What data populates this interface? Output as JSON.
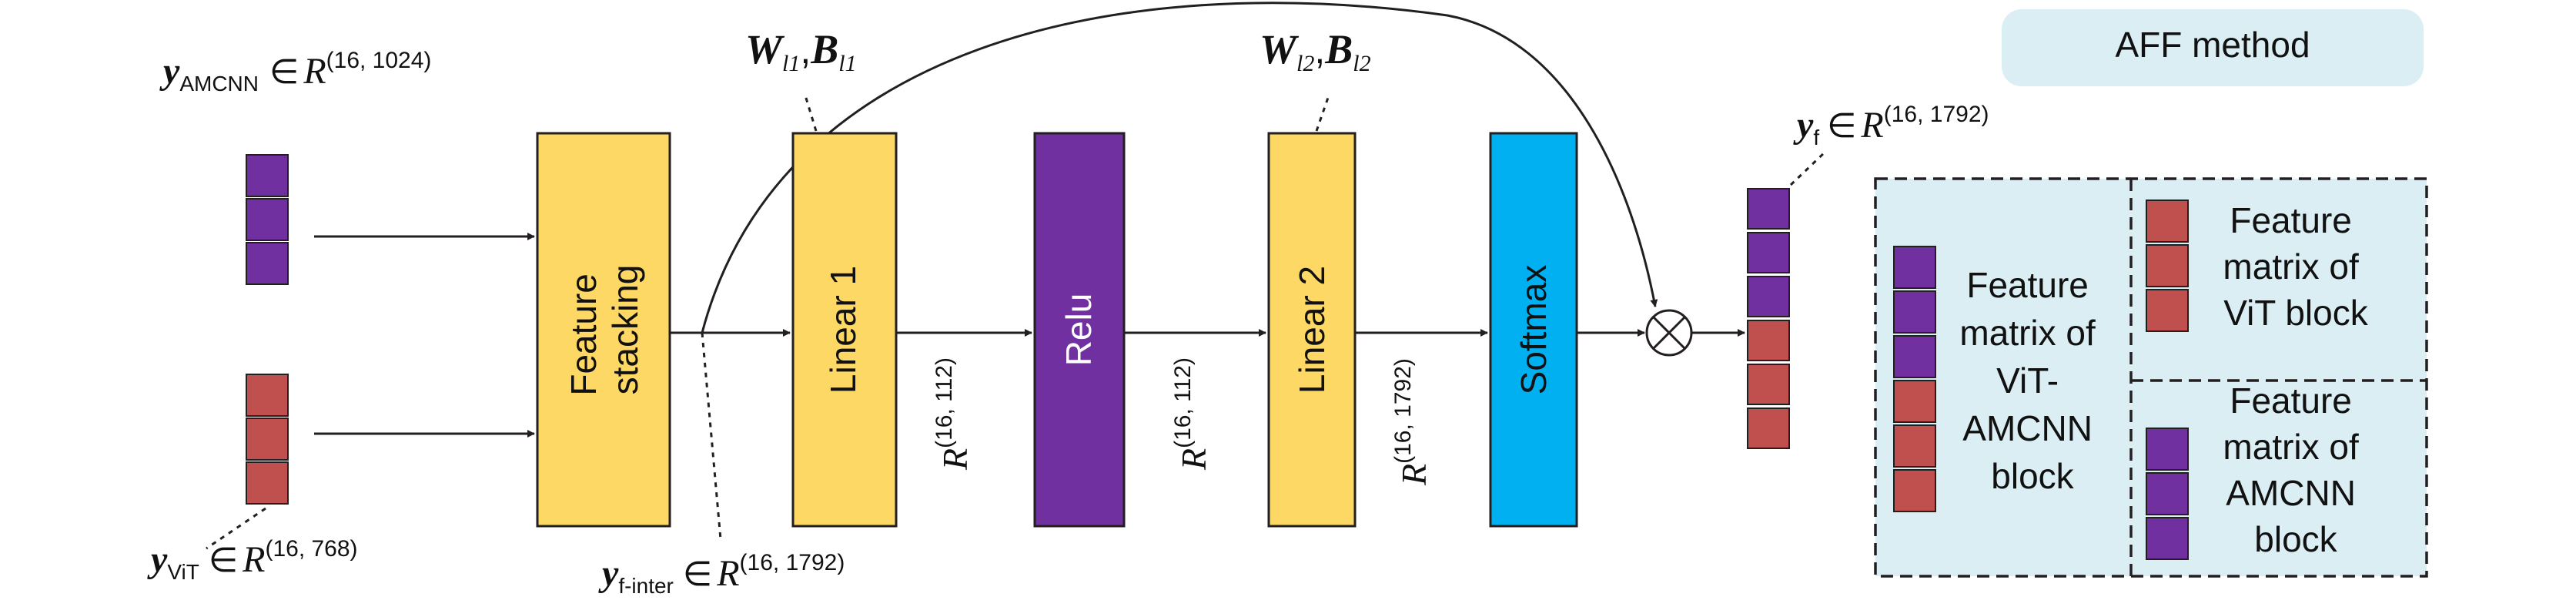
{
  "colors": {
    "yellow": "#FDD865",
    "purple": "#7030A0",
    "red": "#C0504D",
    "blue": "#00B0F0",
    "light_blue": "#DAEEF3",
    "line": "#231F20"
  },
  "inputs": {
    "amcnn": {
      "sym": "y",
      "sub": "AMCNN",
      "in": "∈",
      "R": "R",
      "dims": "(16, 1024)"
    },
    "vit": {
      "sym": "y",
      "sub": "ViT",
      "in": "∈",
      "R": "R",
      "dims": "(16, 768)"
    }
  },
  "inter": {
    "sym": "y",
    "sub": "f-inter",
    "in": "∈",
    "R": "R",
    "dims": "(16, 1792)"
  },
  "output": {
    "sym": "y",
    "sub": "f",
    "in": "∈",
    "R": "R",
    "dims": "(16, 1792)"
  },
  "params": {
    "l1": {
      "w": "W",
      "wsub": "l1",
      "comma": ",",
      "b": "B",
      "bsub": "l1"
    },
    "l2": {
      "w": "W",
      "wsub": "l2",
      "comma": ",",
      "b": "B",
      "bsub": "l2"
    }
  },
  "blocks": {
    "stacking": [
      "Feature",
      "stacking"
    ],
    "linear1": "Linear 1",
    "relu": "Relu",
    "linear2": "Linear 2",
    "softmax": "Softmax"
  },
  "dims": {
    "after_linear1": {
      "R": "R",
      "sup": "(16, 112)"
    },
    "after_relu": {
      "R": "R",
      "sup": "(16, 112)"
    },
    "after_linear2": {
      "R": "R",
      "sup": "(16, 1792)"
    }
  },
  "operator": "⊗",
  "legend": {
    "title": "AFF method",
    "combined": [
      "Feature",
      "matrix of",
      "ViT-",
      "AMCNN",
      "block"
    ],
    "vit": [
      "Feature",
      "matrix of",
      "ViT block"
    ],
    "amcnn": [
      "Feature",
      "matrix of",
      "AMCNN",
      "block"
    ]
  }
}
